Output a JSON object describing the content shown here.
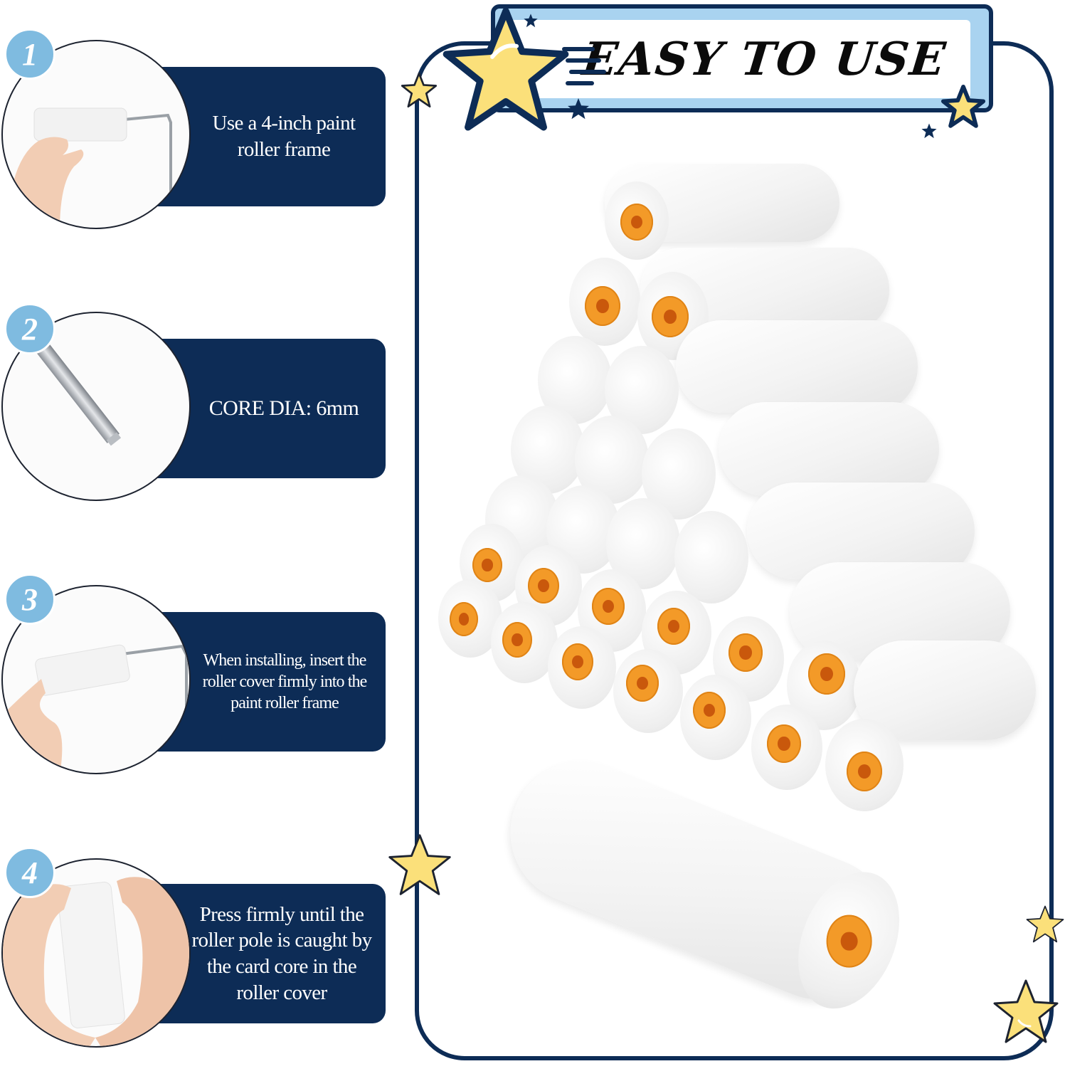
{
  "banner": {
    "title": "EASY TO USE"
  },
  "steps": [
    {
      "number": "1",
      "text": "Use a 4-inch paint roller frame",
      "image": "hand-holding-roller-on-frame"
    },
    {
      "number": "2",
      "text": "CORE DIA: 6mm",
      "image": "metal-roller-pole"
    },
    {
      "number": "3",
      "text": "When installing, insert the roller cover firmly into the paint roller frame",
      "image": "inserting-roller-cover"
    },
    {
      "number": "4",
      "text": "Press firmly until the roller pole is caught by the card core in the roller cover",
      "image": "hands-pressing-roller"
    }
  ],
  "product": {
    "image": "stacked-foam-roller-covers",
    "description": "Pyramid stack of white foam mini paint roller covers with orange cores"
  },
  "colors": {
    "navy": "#0d2c56",
    "badge_blue": "#7fbbe0",
    "banner_blue": "#a9d3f0",
    "star_yellow": "#fbe07a",
    "core_orange": "#f39a28"
  }
}
